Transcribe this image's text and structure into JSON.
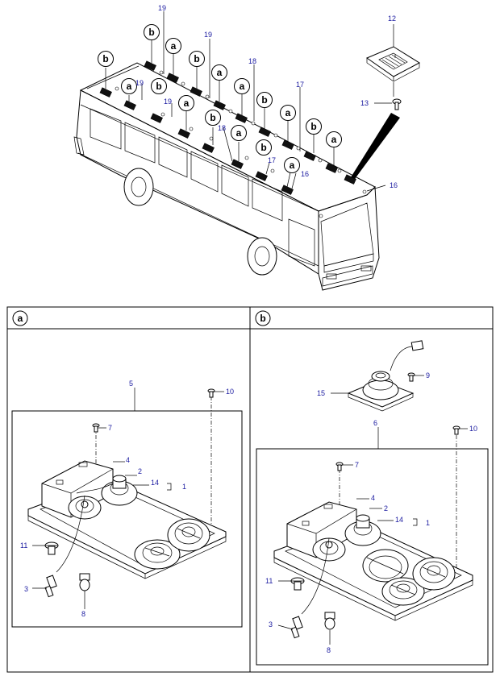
{
  "top_callouts": {
    "c19a": "19",
    "c19b": "19",
    "c19c": "19",
    "c19d": "19",
    "c18a": "18",
    "c18b": "18",
    "c17a": "17",
    "c17b": "17",
    "c16a": "16",
    "c16b": "16",
    "c12": "12",
    "c13": "13"
  },
  "bubbles": {
    "a": "a",
    "b": "b"
  },
  "panel_a": {
    "header": "a",
    "callouts": {
      "n5": "5",
      "n10": "10",
      "n7": "7",
      "n4": "4",
      "n2": "2",
      "n14": "14",
      "n1": "1",
      "n11": "11",
      "n3": "3",
      "n8": "8"
    }
  },
  "panel_b": {
    "header": "b",
    "callouts": {
      "n9": "9",
      "n15": "15",
      "n6": "6",
      "n10": "10",
      "n7": "7",
      "n4": "4",
      "n2": "2",
      "n14": "14",
      "n1": "1",
      "n11": "11",
      "n3": "3",
      "n8": "8"
    }
  }
}
